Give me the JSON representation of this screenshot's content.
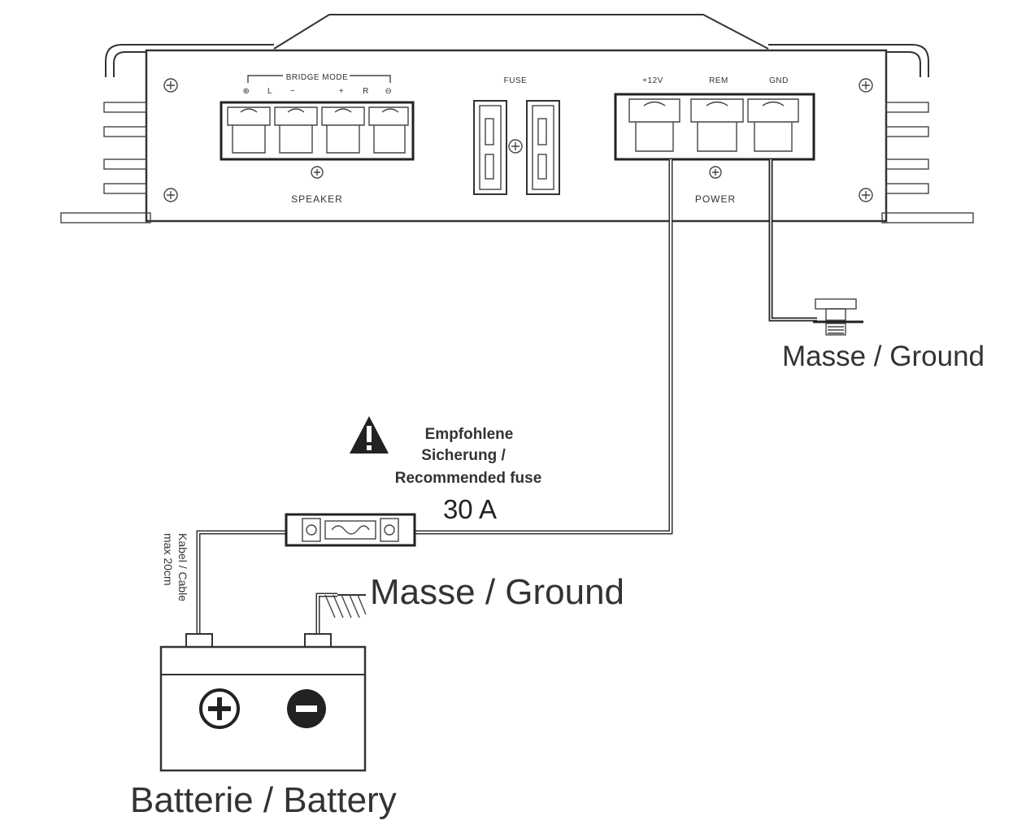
{
  "amplifier": {
    "speaker_section": {
      "bridge_mode_label": "BRIDGE MODE",
      "terminal_marks": [
        "⊕",
        "L",
        "−",
        "+",
        "R",
        "⊖"
      ],
      "panel_label": "SPEAKER"
    },
    "fuse_section": {
      "label": "FUSE"
    },
    "power_section": {
      "terminals": [
        "+12V",
        "REM",
        "GND"
      ],
      "panel_label": "POWER"
    }
  },
  "ground_chassis": {
    "label": "Masse / Ground"
  },
  "fuse_note": {
    "line1": "Empfohlene",
    "line2": "Sicherung /",
    "line3": "Recommended fuse",
    "rating": "30 A",
    "warning_icon": "warning-triangle-icon"
  },
  "cable_note": {
    "line1": "Kabel / Cable",
    "line2": "max 20cm"
  },
  "ground_battery": {
    "label": "Masse / Ground"
  },
  "battery": {
    "label": "Batterie / Battery",
    "plus_icon": "plus-circle-icon",
    "minus_icon": "minus-circle-icon"
  }
}
